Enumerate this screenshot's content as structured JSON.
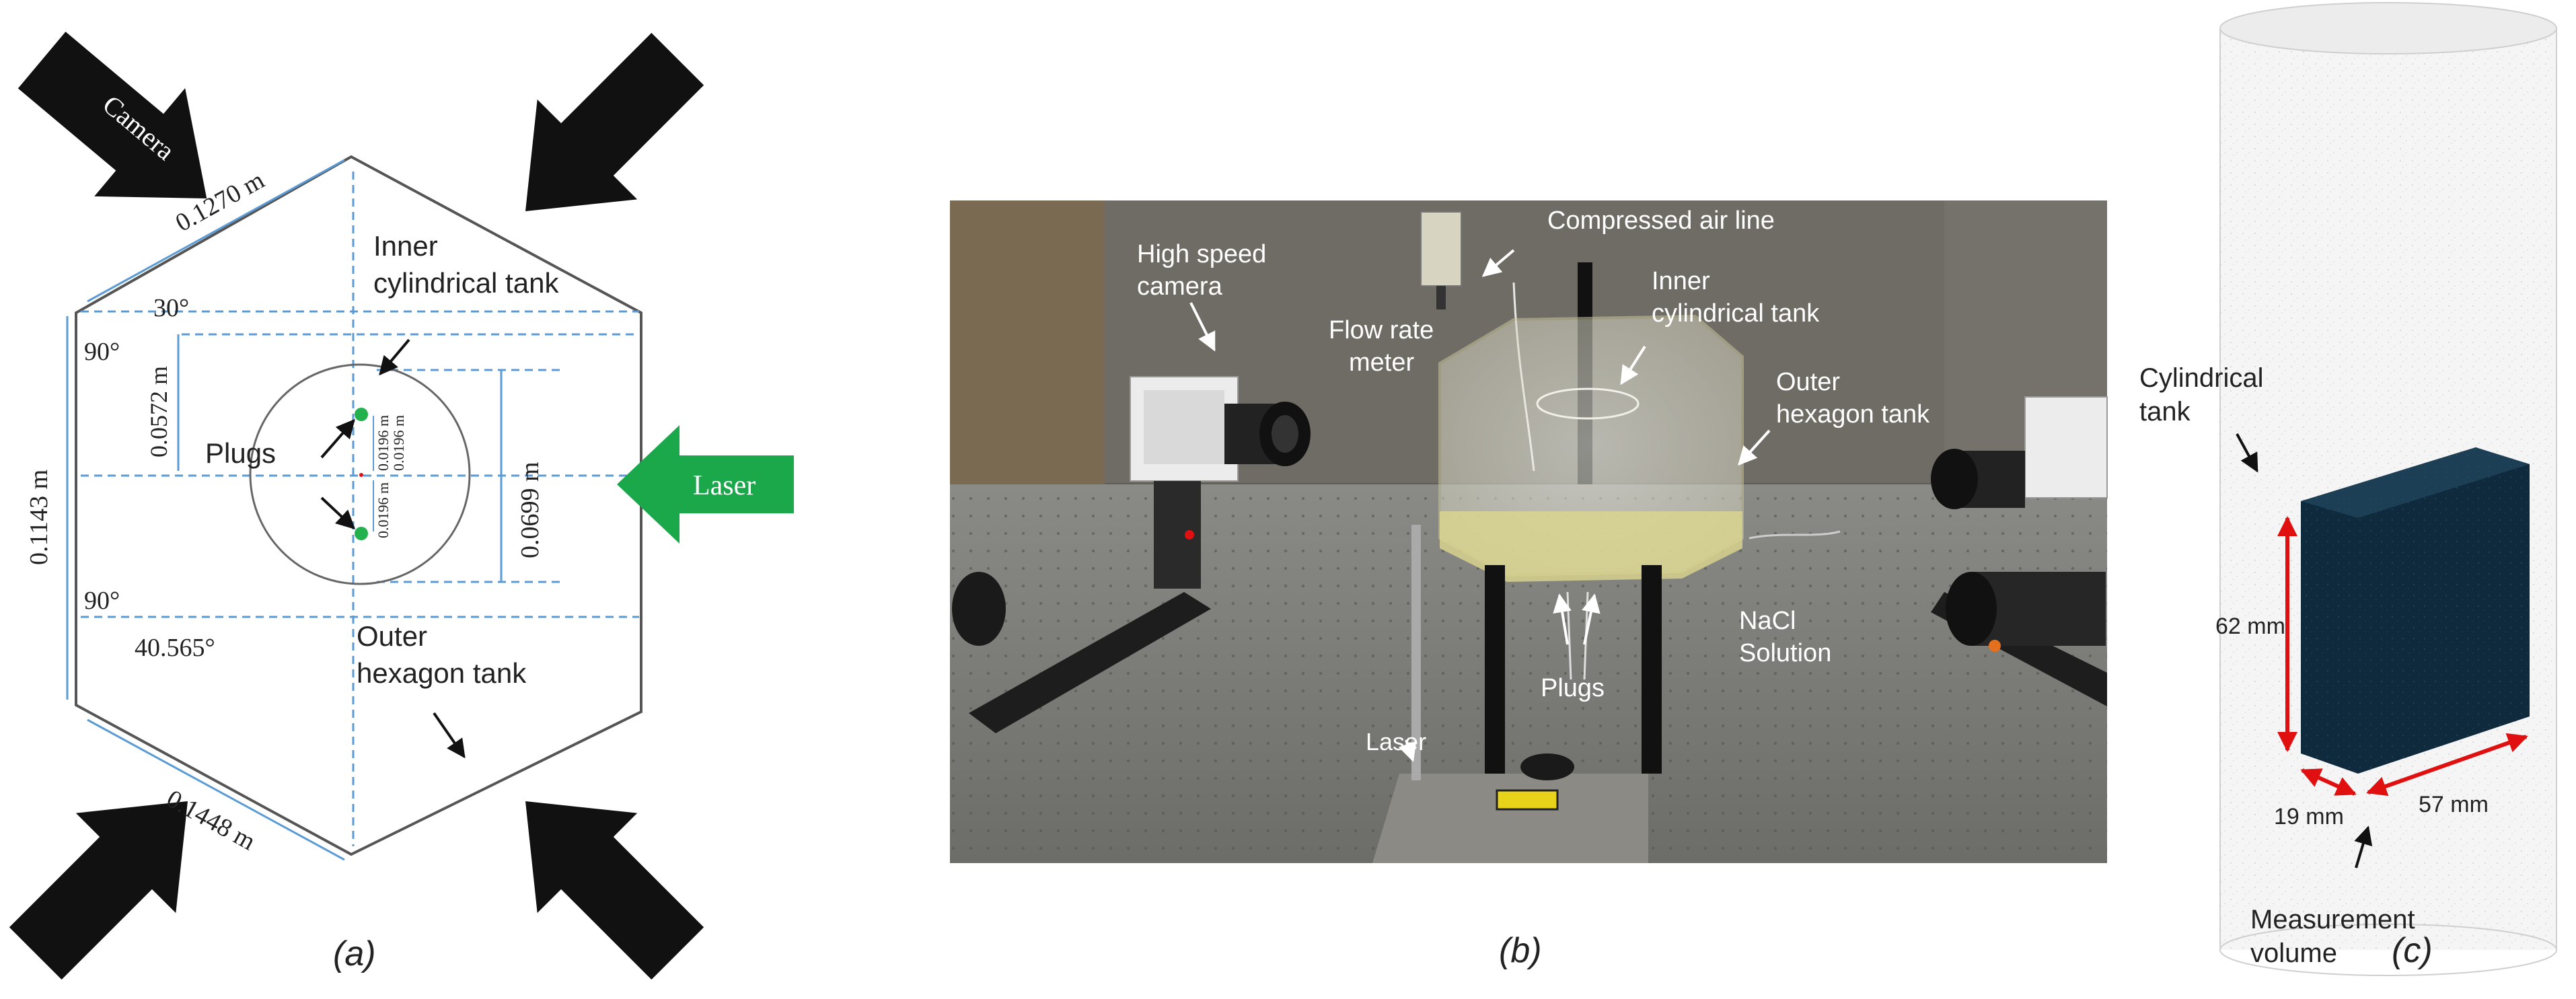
{
  "panel_a": {
    "caption": "(a)",
    "camera_label": "Camera",
    "laser_label": "Laser",
    "dim_top_edge": "0.1270 m",
    "dim_height": "0.1143 m",
    "dim_lower_edge": "0.1448 m",
    "dim_upper_offset": "0.0572 m",
    "dim_inner": "0.0699 m",
    "dim_plug_up": "0.0196 m",
    "dim_plug_up2": "0.0196 m",
    "dim_plug_down": "0.0196 m",
    "angle_30": "30°",
    "angle_90_top": "90°",
    "angle_90_bottom": "90°",
    "angle_40": "40.565°",
    "inner_tank_line1": "Inner",
    "inner_tank_line2": "cylindrical tank",
    "outer_tank_line1": "Outer",
    "outer_tank_line2": "hexagon tank",
    "plugs": "Plugs"
  },
  "panel_b": {
    "caption": "(b)",
    "camera_line1": "High speed",
    "camera_line2": "camera",
    "flow_line1": "Flow rate",
    "flow_line2": "meter",
    "air_line": "Compressed air line",
    "inner_line1": "Inner",
    "inner_line2": "cylindrical tank",
    "outer_line1": "Outer",
    "outer_line2": "hexagon tank",
    "nacl_line1": "NaCl",
    "nacl_line2": "Solution",
    "plugs": "Plugs",
    "laser": "Laser"
  },
  "panel_c": {
    "caption": "(c)",
    "tank_line1": "Cylindrical",
    "tank_line2": "tank",
    "dim_height": "62 mm",
    "dim_depth": "19 mm",
    "dim_width": "57 mm",
    "meas_line1": "Measurement",
    "meas_line2": "volume"
  },
  "colors": {
    "dim_blue": "#5b9bd5",
    "laser_green": "#1aa84b",
    "plug_green": "#22b14c",
    "red_dim": "#e01010",
    "volume_fill": "#0e2a3c"
  }
}
